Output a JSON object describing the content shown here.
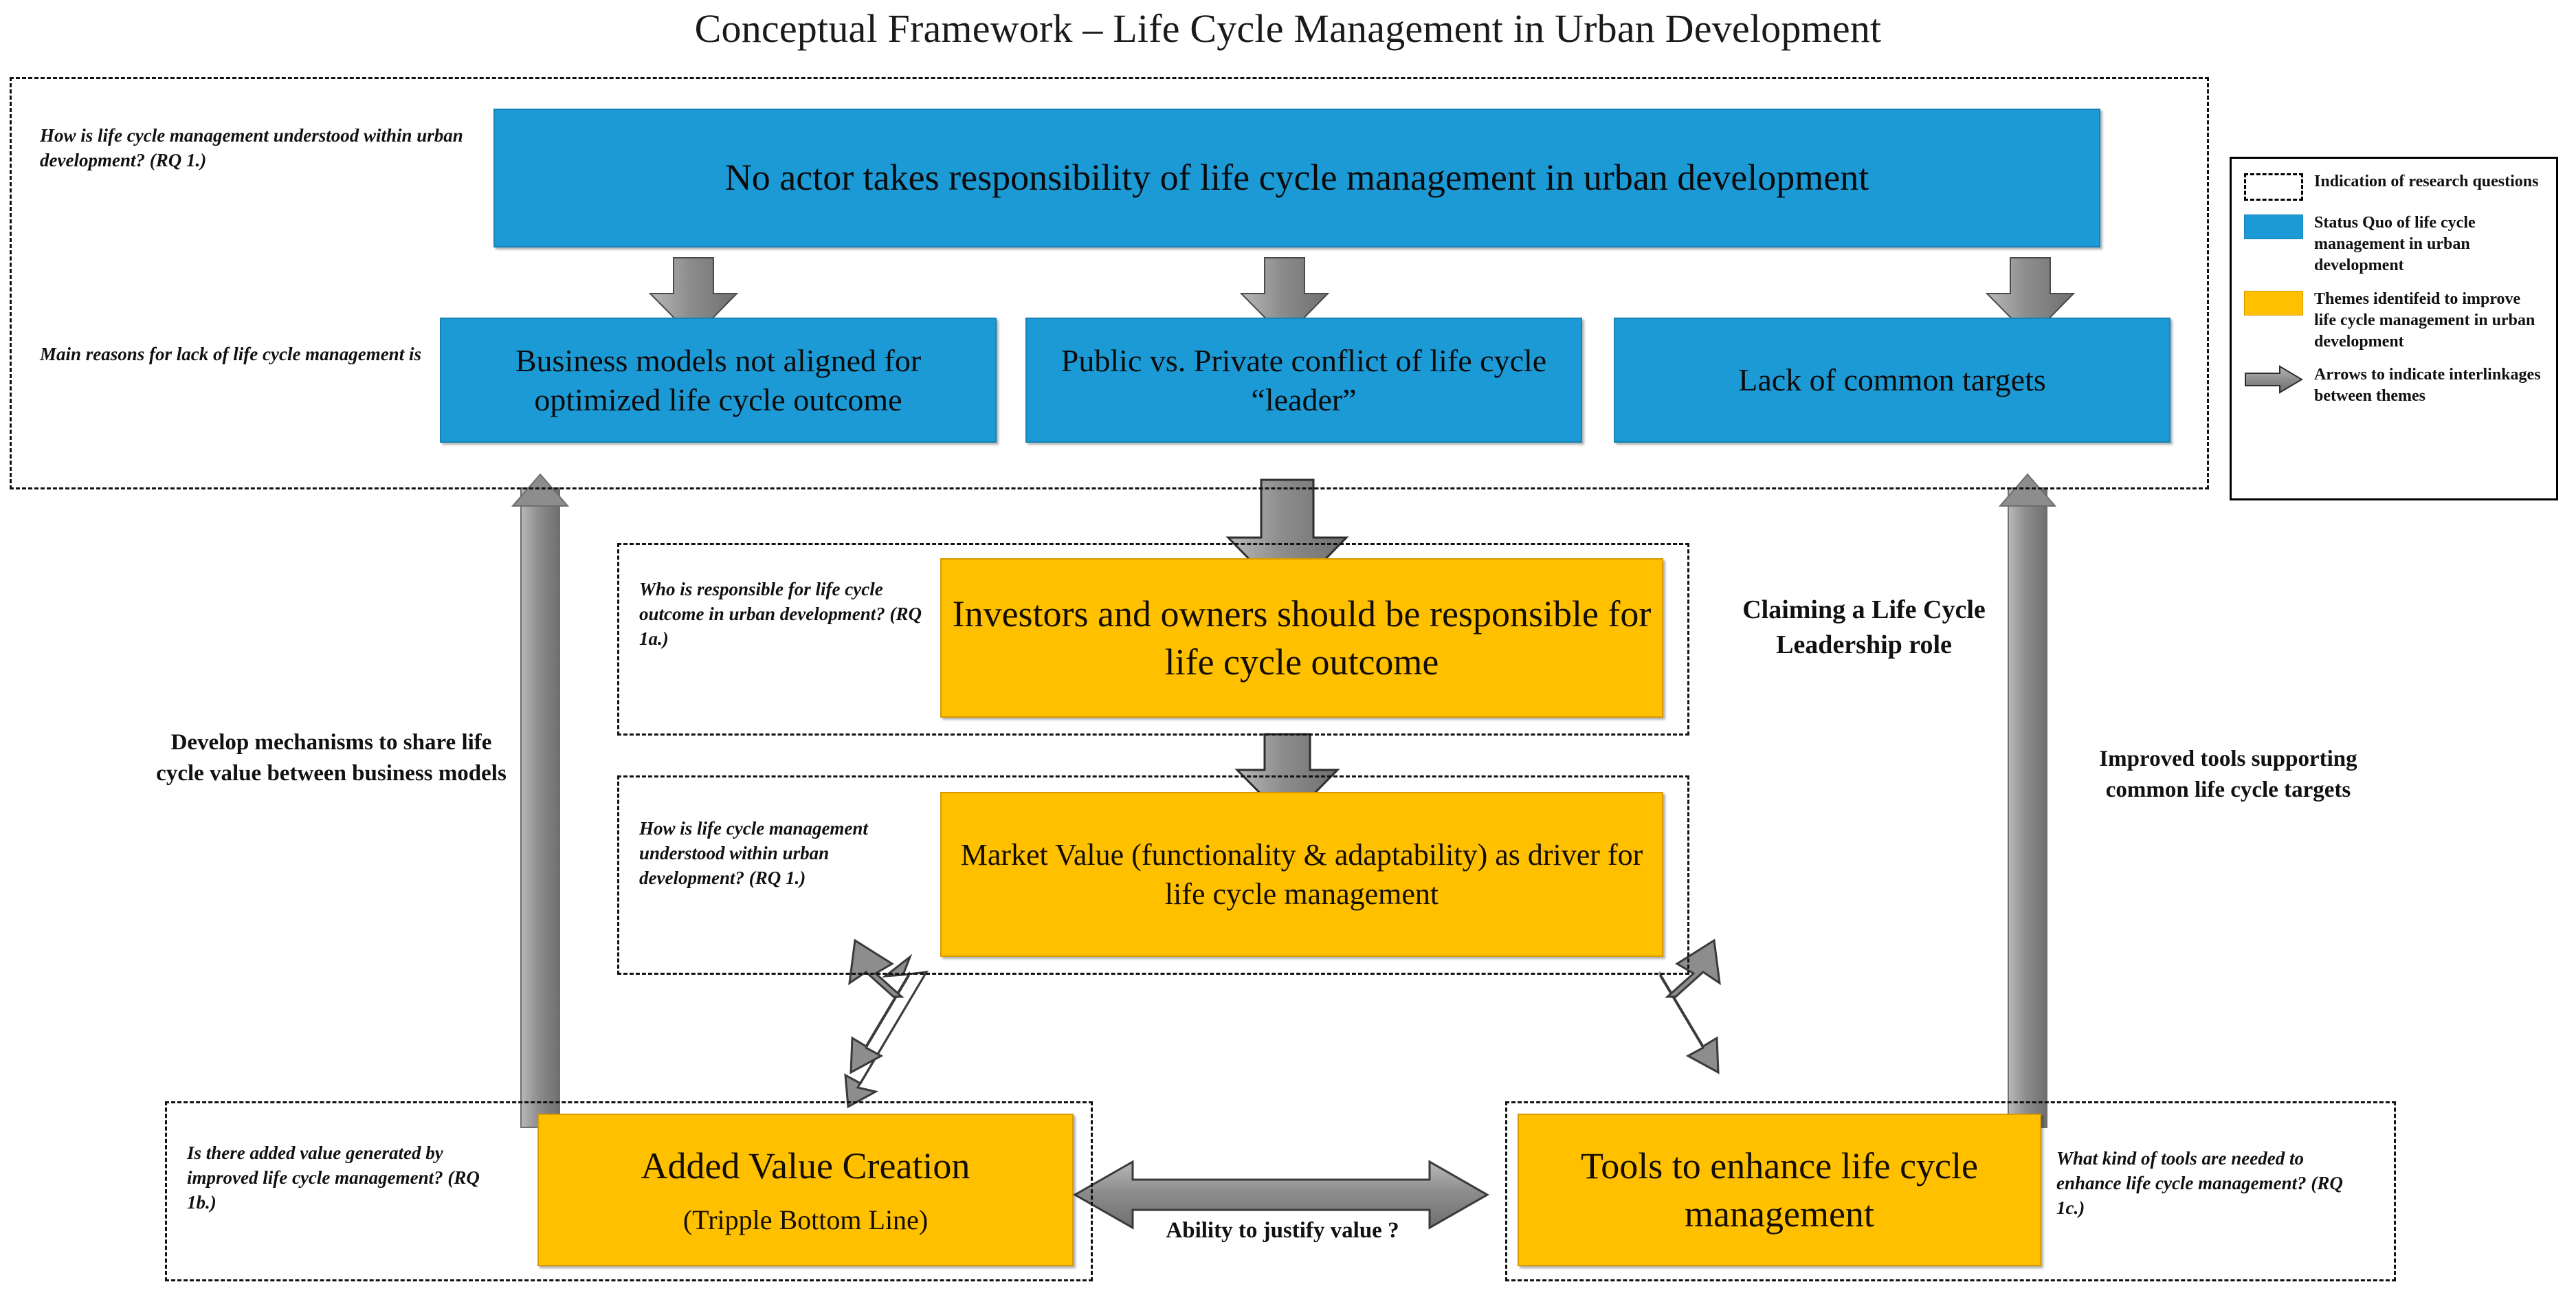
{
  "title": "Conceptual Framework – Life Cycle Management in Urban Development",
  "status_quo_section": {
    "rq_labels": [
      "How is life cycle management understood within urban development? (RQ 1.)",
      "Main reasons for lack of life cycle management is"
    ],
    "headline_box": "No actor takes responsibility of life cycle management in urban development",
    "reason_boxes": [
      "Business models not aligned  for optimized life  cycle outcome",
      "Public vs. Private  conflict of life cycle “leader”",
      "Lack of common targets"
    ]
  },
  "theme_leadership": {
    "rq_label": "Who is responsible for life cycle outcome in urban development? (RQ 1a.)",
    "box": "Investors and owners should be responsible for life cycle outcome",
    "side_label": "Claiming  a Life Cycle Leadership role"
  },
  "theme_market_value": {
    "rq_label": "How is life cycle management understood within urban development? (RQ 1.)",
    "box": "Market Value  (functionality  & adaptability) as driver for life  cycle management"
  },
  "theme_added_value": {
    "rq_label": "Is there added value generated by improved life cycle management? (RQ 1b.)",
    "box_line1": "Added Value Creation",
    "box_line2": "(Tripple Bottom Line)"
  },
  "theme_tools": {
    "rq_label": "What kind of tools are needed to enhance life cycle management? (RQ 1c.)",
    "box": "Tools  to enhance life cycle management"
  },
  "connector_labels": {
    "left_vertical": "Develop mechanisms  to share life cycle value between business models",
    "right_vertical": "Improved  tools supporting  common life cycle targets",
    "bottom_horizontal": "Ability  to justify  value ?"
  },
  "legend": {
    "items": [
      {
        "swatch": "dashed-rectangle",
        "label": "Indication of research questions"
      },
      {
        "swatch": "blue-rectangle",
        "label": "Status Quo of life cycle management in urban development"
      },
      {
        "swatch": "orange-rectangle",
        "label": "Themes identifeid to improve life cycle management in urban development"
      },
      {
        "swatch": "gray-arrow",
        "label": "Arrows to indicate interlinkages between themes"
      }
    ]
  },
  "colors": {
    "status_quo_blue": "#1C9AD6",
    "theme_orange": "#FFC000",
    "arrow_gray": "#888888",
    "frame_black": "#111111"
  }
}
